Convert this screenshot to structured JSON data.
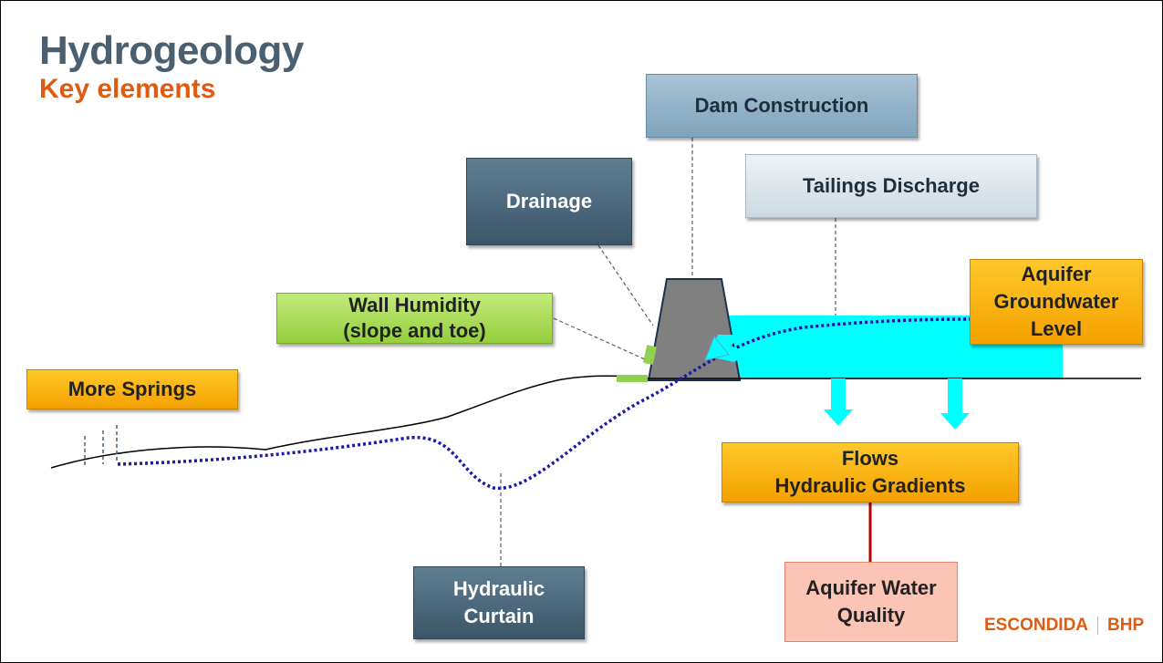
{
  "header": {
    "title": "Hydrogeology",
    "subtitle": "Key elements"
  },
  "boxes": {
    "dam_construction": "Dam Construction",
    "tailings_discharge": "Tailings Discharge",
    "drainage": "Drainage",
    "wall_humidity": "Wall Humidity\n(slope and toe)",
    "aquifer_groundwater_level": "Aquifer\nGroundwater\nLevel",
    "more_springs": "More Springs",
    "flows_hydraulic_gradients": "Flows\nHydraulic Gradients",
    "hydraulic_curtain": "Hydraulic\nCurtain",
    "aquifer_water_quality": "Aquifer Water\nQuality"
  },
  "logo": {
    "brand_left": "ESCONDIDA",
    "brand_right": "BHP"
  },
  "colors": {
    "title": "#4a6070",
    "accent": "#e05a10",
    "water": "#00ffff",
    "dam": "#808080",
    "groundwater_line": "#1a1aa6",
    "connector_red": "#c00000"
  }
}
